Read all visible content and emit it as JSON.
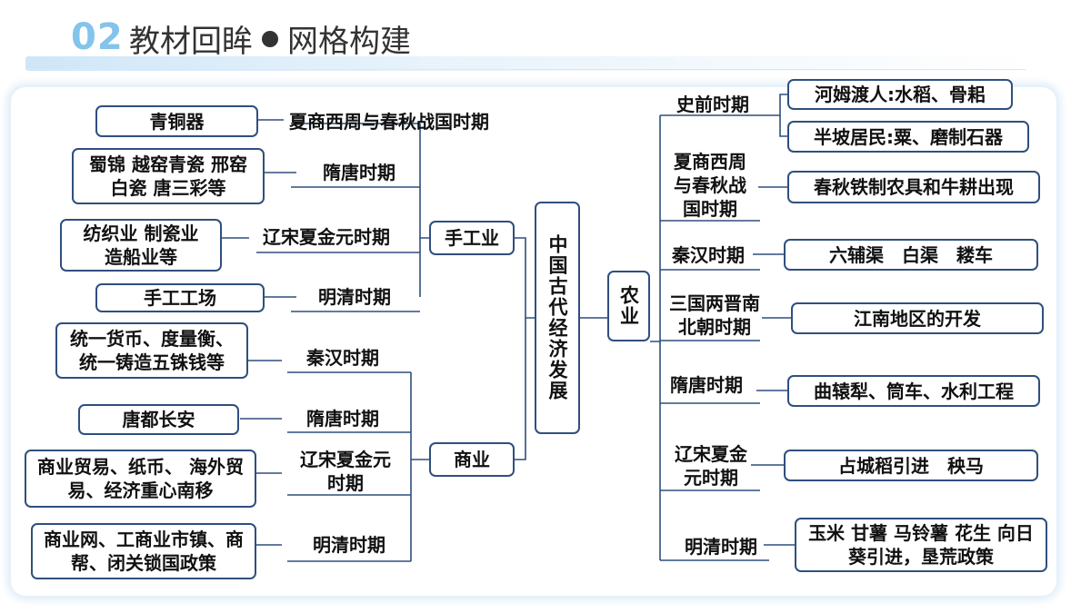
{
  "header": {
    "number": "02",
    "title_left": "教材回眸",
    "title_right": "网格构建"
  },
  "center": {
    "root": "中国古代经济发展"
  },
  "handicraft": {
    "title": "手工业",
    "periods": [
      "夏商西周与春秋战国时期",
      "隋唐时期",
      "辽宋夏金元时期",
      "明清时期"
    ],
    "items": [
      "青铜器",
      "蜀锦 越窑青瓷 邢窑白瓷 唐三彩等",
      "纺织业 制瓷业造船业等",
      "手工工场"
    ]
  },
  "commerce": {
    "title": "商业",
    "periods": [
      "秦汉时期",
      "隋唐时期",
      "辽宋夏金元时期",
      "明清时期"
    ],
    "items": [
      "统一货币、度量衡、统一铸造五铢钱等",
      "唐都长安",
      "商业贸易、纸币、 海外贸易、经济重心南移",
      "商业网、工商业市镇、商帮、闭关锁国政策"
    ]
  },
  "agriculture": {
    "title": "农业",
    "periods": [
      "史前时期",
      "夏商西周与春秋战国时期",
      "秦汉时期",
      "三国两晋南北朝时期",
      "隋唐时期",
      "辽宋夏金元时期",
      "明清时期"
    ],
    "items": [
      "河姆渡人:水稻、骨耜",
      "半坡居民:粟、磨制石器",
      "春秋铁制农具和牛耕出现",
      "六辅渠　白渠　耧车",
      "江南地区的开发",
      "曲辕犁、筒车、水利工程",
      "占城稻引进　秧马",
      "玉米 甘薯 马铃薯 花生 向日葵引进，垦荒政策"
    ]
  }
}
